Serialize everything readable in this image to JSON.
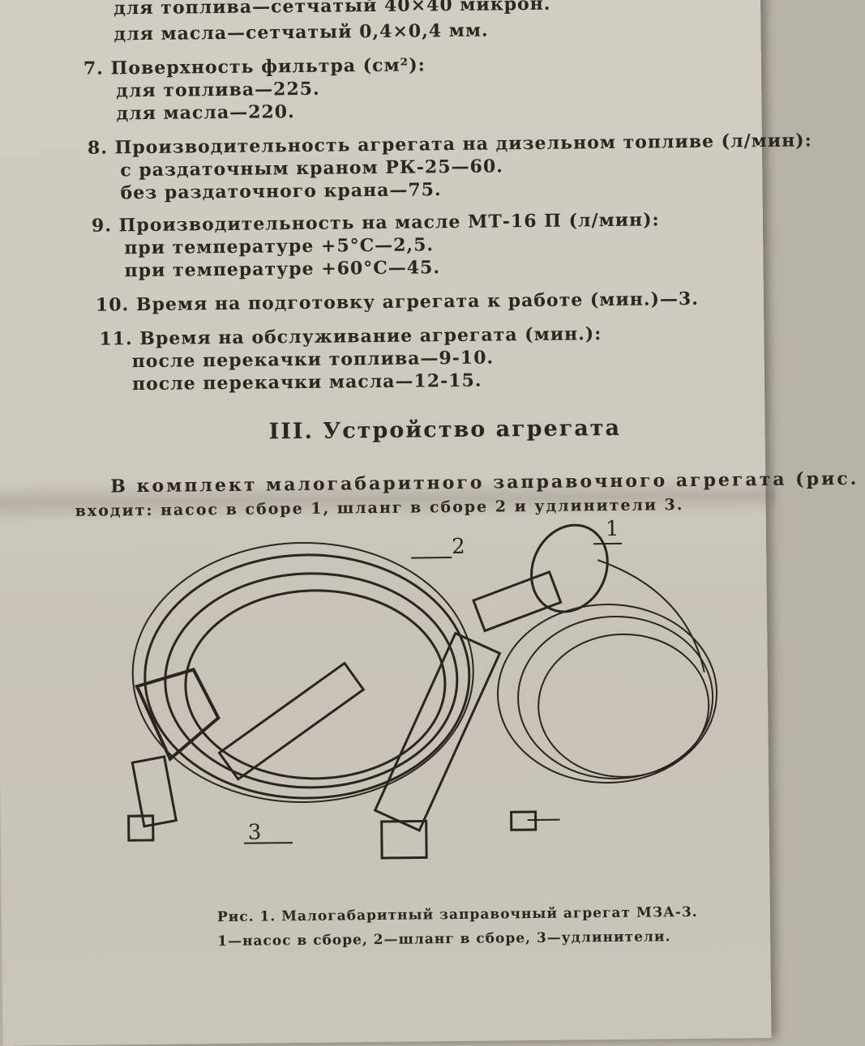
{
  "lines": [
    {
      "id": "l0",
      "text": "для топлива—сетчатый 40×40 микрон."
    },
    {
      "id": "l1",
      "text": "для масла—сетчатый 0,4×0,4 мм."
    },
    {
      "id": "l2",
      "text": "7. Поверхность фильтра (см²):"
    },
    {
      "id": "l3",
      "text": "для топлива—225."
    },
    {
      "id": "l4",
      "text": "для масла—220."
    },
    {
      "id": "l5",
      "text": "8. Производительность агрегата на дизельном топливе (л/мин):"
    },
    {
      "id": "l6",
      "text": "с раздаточным краном РК-25—60."
    },
    {
      "id": "l7",
      "text": "без раздаточного крана—75."
    },
    {
      "id": "l8",
      "text": "9. Производительность на масле МТ-16 П (л/мин):"
    },
    {
      "id": "l9",
      "text": "при температуре +5°С—2,5."
    },
    {
      "id": "l10",
      "text": "при температуре +60°С—45."
    },
    {
      "id": "l11",
      "text": "10. Время на подготовку агрегата к работе (мин.)—3."
    },
    {
      "id": "l12",
      "text": "11. Время на обслуживание агрегата (мин.):"
    },
    {
      "id": "l13",
      "text": "после перекачки топлива—9-10."
    },
    {
      "id": "l14",
      "text": "после перекачки масла—12-15."
    }
  ],
  "section_heading": "III. Устройство агрегата",
  "intro": [
    "В комплект малогабаритного заправочного агрегата (рис.",
    "входит: насос в сборе 1, шланг в сборе 2 и удлинители 3."
  ],
  "figure_labels": [
    "1",
    "2",
    "3"
  ],
  "caption": [
    "Рис. 1. Малогабаритный заправочный агрегат МЗА-3.",
    "1—насос в сборе, 2—шланг в сборе, 3—удлинители."
  ]
}
